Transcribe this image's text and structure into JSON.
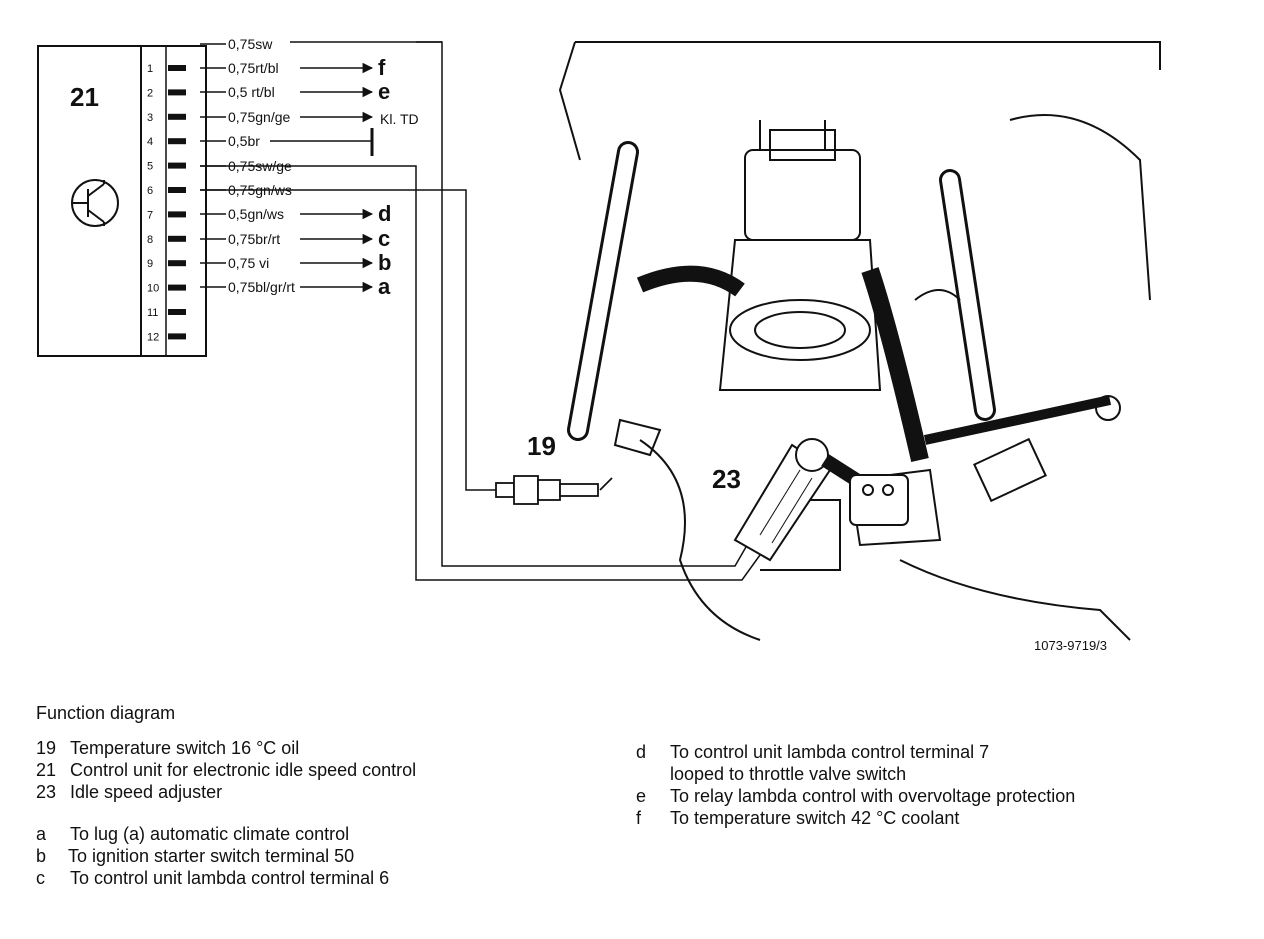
{
  "control_unit": {
    "number": "21",
    "pins": [
      "1",
      "2",
      "3",
      "4",
      "5",
      "6",
      "7",
      "8",
      "9",
      "10",
      "11",
      "12"
    ]
  },
  "wires": [
    {
      "label": "0,75sw"
    },
    {
      "label": "0,75rt/bl",
      "dest": "f"
    },
    {
      "label": "0,5 rt/bl",
      "dest": "e"
    },
    {
      "label": "0,75gn/ge",
      "dest": "Kl. TD"
    },
    {
      "label": "0,5br"
    },
    {
      "label": "0,75sw/ge"
    },
    {
      "label": "0,75gn/ws"
    },
    {
      "label": "0,5gn/ws",
      "dest": "d"
    },
    {
      "label": "0,75br/rt",
      "dest": "c"
    },
    {
      "label": "0,75 vi",
      "dest": "b"
    },
    {
      "label": "0,75bl/gr/rt",
      "dest": "a"
    }
  ],
  "callouts": {
    "temp_switch": "19",
    "idle_adjuster": "23"
  },
  "figure_id": "1073-9719/3",
  "legend": {
    "title": "Function diagram",
    "numbered": [
      {
        "key": "19",
        "text": "Temperature switch 16 °C oil"
      },
      {
        "key": "21",
        "text": "Control unit for electronic idle speed control"
      },
      {
        "key": "23",
        "text": "Idle speed adjuster"
      }
    ],
    "lettered_left": [
      {
        "key": "a",
        "text": "To lug (a) automatic climate control"
      },
      {
        "key": "b",
        "text": "To ignition starter switch terminal 50"
      },
      {
        "key": "c",
        "text": "To control unit lambda control terminal 6"
      }
    ],
    "lettered_right": [
      {
        "key": "d",
        "text": "To control unit lambda control terminal 7",
        "line2": "looped to throttle valve switch"
      },
      {
        "key": "e",
        "text": "To relay lambda control with overvoltage protection"
      },
      {
        "key": "f",
        "text": "To temperature switch 42 °C coolant"
      }
    ]
  }
}
